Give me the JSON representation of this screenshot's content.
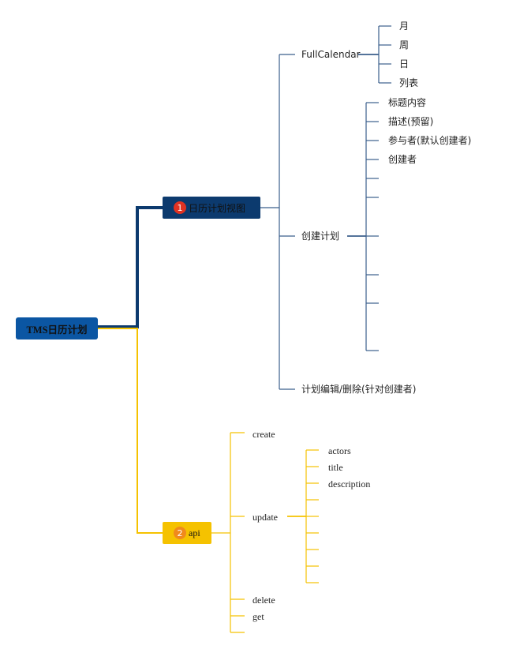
{
  "root": {
    "label": "TMS日历计划"
  },
  "branches": [
    {
      "number": "1",
      "label": "日历计划视图"
    },
    {
      "number": "2",
      "label": "api"
    }
  ],
  "calendar_view": {
    "fullcalendar": {
      "label": "FullCalendar",
      "children": [
        "月",
        "周",
        "日",
        "列表"
      ]
    },
    "create_plan": {
      "label": "创建计划",
      "children": [
        "标题内容",
        "描述(预留)",
        "参与者(默认创建者)",
        "创建者"
      ]
    },
    "edit_delete": {
      "label": "计划编辑/删除(针对创建者)"
    }
  },
  "api": {
    "create": {
      "label": "create"
    },
    "update": {
      "label": "update",
      "children": [
        "actors",
        "title",
        "description"
      ]
    },
    "delete": {
      "label": "delete"
    },
    "get": {
      "label": "get"
    }
  },
  "colors": {
    "root": "#0b56a3",
    "branch_view": "#0c3a6e",
    "branch_api": "#f5c200",
    "line_blue": "#3b5f8c",
    "line_yellow": "#f5c200",
    "badge_red": "#e03222",
    "badge_orange": "#f08a1c"
  }
}
